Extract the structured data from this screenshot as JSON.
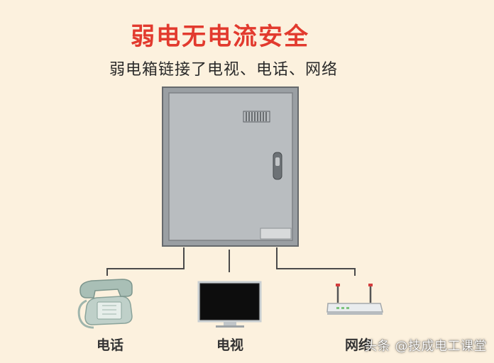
{
  "title": "弱电无电流安全",
  "subtitle": "弱电箱链接了电视、电话、网络",
  "devices": {
    "phone": {
      "label": "电话",
      "icon": "telephone-icon"
    },
    "tv": {
      "label": "电视",
      "icon": "television-icon"
    },
    "router": {
      "label": "网络",
      "icon": "router-icon"
    }
  },
  "box": {
    "icon": "weak-current-box-icon"
  },
  "watermark": "头条 @技成电工课堂",
  "colors": {
    "background": "#fcf1de",
    "title": "#e23a2e",
    "box_frame": "#9a9fa3",
    "box_face": "#b8bcbf",
    "line": "#4a4a4a",
    "device": "#bfcfc8"
  }
}
